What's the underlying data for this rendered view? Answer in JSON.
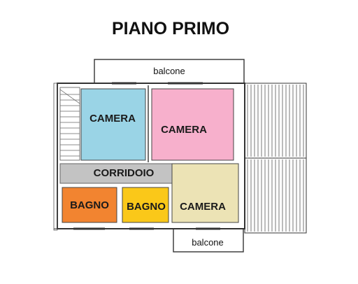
{
  "title": "PIANO PRIMO",
  "colors": {
    "camera_blue": "#9ad4e6",
    "camera_pink": "#f7b0cc",
    "camera_beige": "#ece3b5",
    "corridoio": "#c3c3c3",
    "bagno_orange": "#f28430",
    "bagno_yellow": "#fac819",
    "wall": "#333333"
  },
  "rooms": {
    "camera_top_left": "CAMERA",
    "camera_top_right": "CAMERA",
    "corridoio": "CORRIDOIO",
    "bagno_left": "BAGNO",
    "bagno_right": "BAGNO",
    "camera_bottom_right": "CAMERA"
  },
  "balconies": {
    "top": "balcone",
    "bottom": "balcone"
  }
}
